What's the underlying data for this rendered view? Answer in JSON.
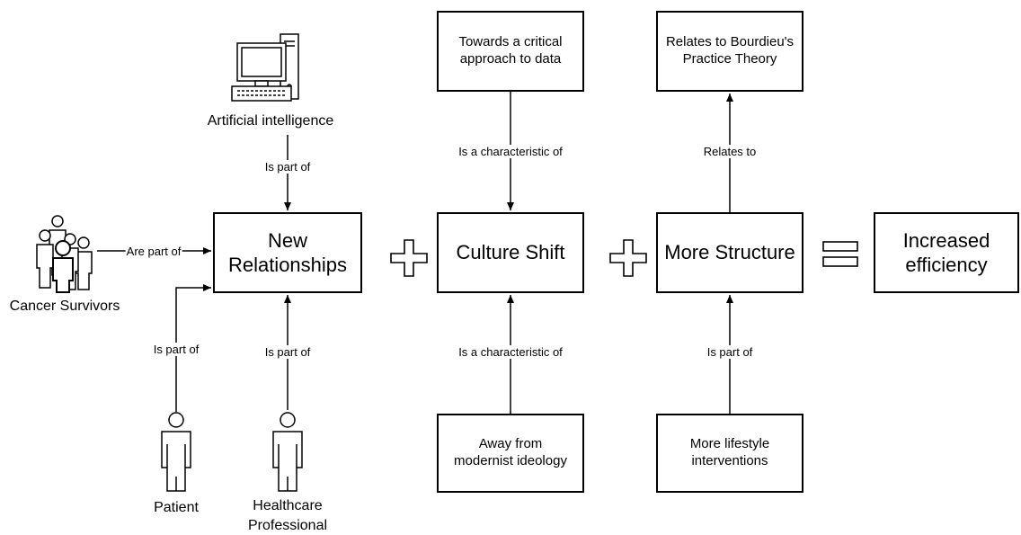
{
  "nodes": {
    "new_relationships": "New\nRelationships",
    "culture_shift": "Culture Shift",
    "more_structure": "More Structure",
    "increased_efficiency": "Increased\nefficiency",
    "critical_approach": "Towards a critical\napproach to data",
    "bourdieu": "Relates to Bourdieu's\nPractice Theory",
    "modernist": "Away from\nmodernist ideology",
    "lifestyle": "More lifestyle\ninterventions"
  },
  "actors": {
    "artificial_intelligence": "Artificial intelligence",
    "cancer_survivors": "Cancer Survivors",
    "patient": "Patient",
    "healthcare_professional": "Healthcare\nProfessional"
  },
  "edges": {
    "ai_to_new": "Is part of",
    "survivors_to_new": "Are part of",
    "patient_to_new": "Is part of",
    "hcp_to_new": "Is part of",
    "critical_to_culture": "Is a characteristic of",
    "modernist_to_culture": "Is a characteristic of",
    "structure_to_bourdieu": "Relates to",
    "lifestyle_to_structure": "Is part of"
  },
  "operators": {
    "plus_1": "plus-icon",
    "plus_2": "plus-icon",
    "equals": "equals-icon"
  },
  "colors": {
    "stroke": "#000000",
    "background": "#ffffff"
  }
}
